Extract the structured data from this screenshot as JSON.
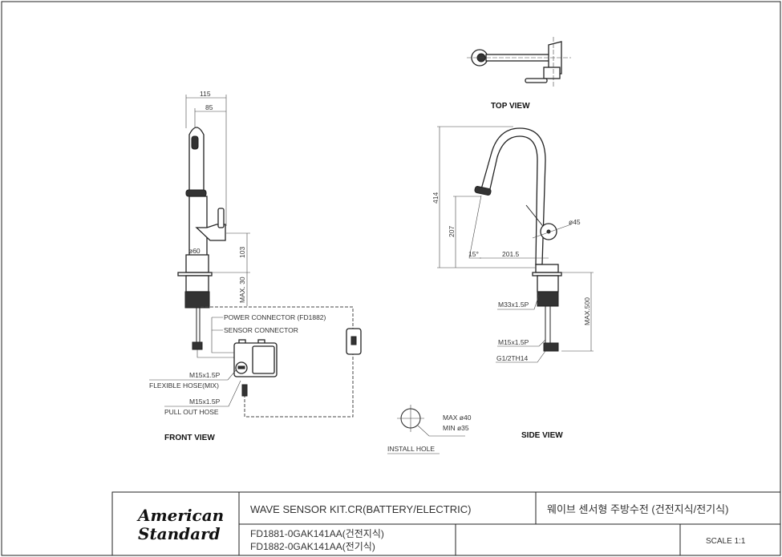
{
  "front_view": {
    "title": "FRONT VIEW",
    "dims": {
      "width_total": "115",
      "width_inner": "85",
      "height_handle": "103",
      "max_deck": "MAX. 30",
      "diameter": "ø60"
    },
    "labels": {
      "power_connector": "POWER CONNECTOR (FD1882)",
      "sensor_connector": "SENSOR CONNECTOR",
      "thread_1": "M15x1.5P",
      "flexible_hose": "FLEXIBLE HOSE(MIX)",
      "thread_2": "M15x1.5P",
      "pull_out_hose": "PULL OUT HOSE"
    }
  },
  "top_view": {
    "title": "TOP VIEW"
  },
  "side_view": {
    "title": "SIDE VIEW",
    "dims": {
      "height_total": "414",
      "height_outlet": "207",
      "reach": "201.5",
      "angle": "15°",
      "handle_diameter": "ø45",
      "max_hose": "MAX.500"
    },
    "labels": {
      "thread_body": "M33x1.5P",
      "thread_hose": "M15x1.5P",
      "connection": "G1/2TH14"
    }
  },
  "install_hole": {
    "title": "INSTALL HOLE",
    "max": "MAX ø40",
    "min": "MIN ø35"
  },
  "title_block": {
    "logo": "American Standard",
    "logo_line1": "American",
    "logo_line2": "Standard",
    "product_en": "WAVE SENSOR KIT.CR(BATTERY/ELECTRIC)",
    "product_ko": "웨이브 센서형 주방수전 (건전지식/전기식)",
    "model_1": "FD1881-0GAK141AA(건전지식)",
    "model_2": "FD1882-0GAK141AA(전기식)",
    "scale": "SCALE 1:1"
  }
}
